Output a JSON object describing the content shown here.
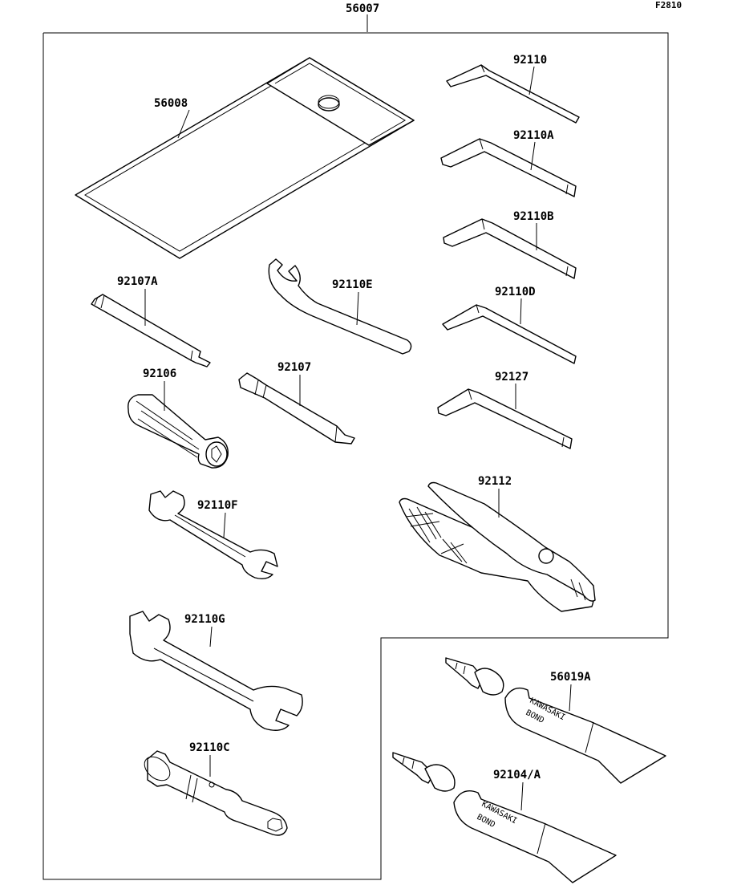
{
  "figure_id": "F2810",
  "assembly_label": "56007",
  "parts": {
    "tool_bag": "56008",
    "hex_wrench_1": "92110",
    "hex_wrench_2": "92110A",
    "hex_wrench_3": "92110B",
    "hex_wrench_4": "92110D",
    "hex_wrench_5": "92127",
    "screwdriver_short": "92107A",
    "spanner_hook": "92110E",
    "screwdriver_handle": "92106",
    "screwdriver_long": "92107",
    "pliers": "92112",
    "open_wrench_small": "92110F",
    "open_wrench_large": "92110G",
    "plug_wrench": "92110C",
    "bond_tube_1": "56019A",
    "bond_tube_2": "92104/A"
  },
  "tube_text": {
    "brand": "KAWASAKI",
    "product": "BOND"
  }
}
